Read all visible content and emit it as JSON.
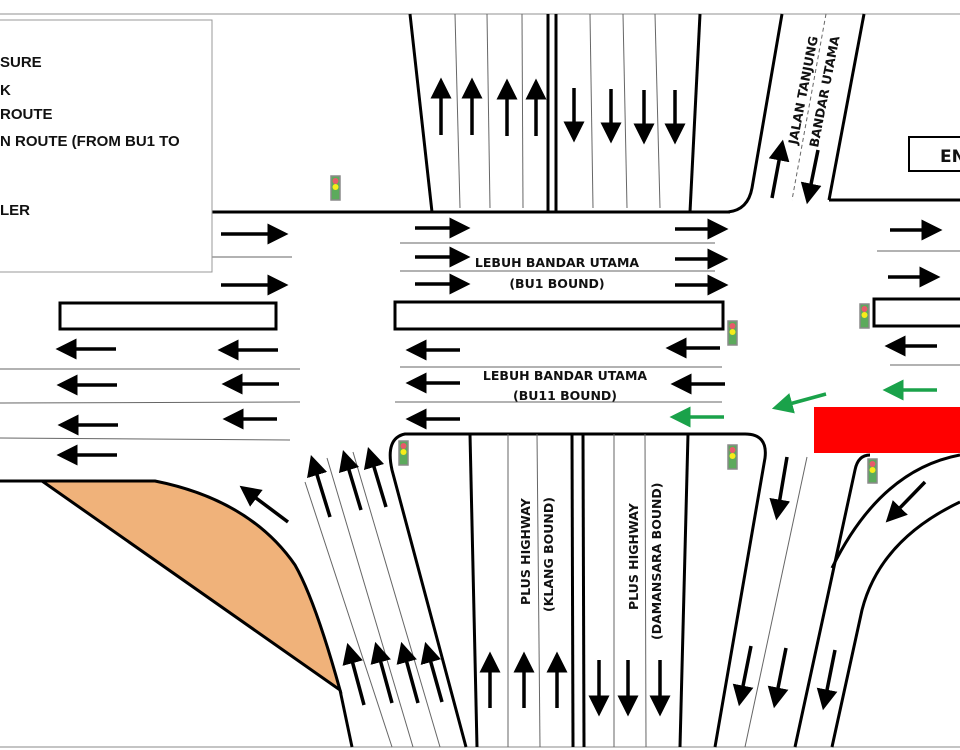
{
  "legend": {
    "items": [
      "SURE",
      "K",
      "ROUTE",
      "N ROUTE (FROM BU1 TO",
      "",
      "LER"
    ]
  },
  "labels": {
    "bu1_line1": "LEBUH BANDAR UTAMA",
    "bu1_line2": "(BU1 BOUND)",
    "bu11_line1": "LEBUH BANDAR UTAMA",
    "bu11_line2": "(BU11 BOUND)",
    "klang_line1": "PLUS HIGHWAY",
    "klang_line2": "(KLANG BOUND)",
    "damansara_line1": "PLUS HIGHWAY",
    "damansara_line2": "(DAMANSARA BOUND)",
    "tanjung_line1": "JALAN TANJUNG",
    "tanjung_line2": "BANDAR UTAMA",
    "sign_text": "EN"
  },
  "colors": {
    "road_line": "#000000",
    "lane_line": "#555555",
    "island_fill": "#f0b27a",
    "closure_red": "#ff0000",
    "diversion_green": "#1aa24a",
    "signal_body": "#8a8a8a",
    "signal_red": "#e85a6a",
    "signal_yellow": "#f7ec1a",
    "signal_green": "#5caa5c"
  },
  "traffic_signals": [
    {
      "id": "north-west"
    },
    {
      "id": "bu1-median-east"
    },
    {
      "id": "east-median-west"
    },
    {
      "id": "south-west-corner"
    },
    {
      "id": "south-east-corner"
    },
    {
      "id": "far-south-east"
    }
  ]
}
